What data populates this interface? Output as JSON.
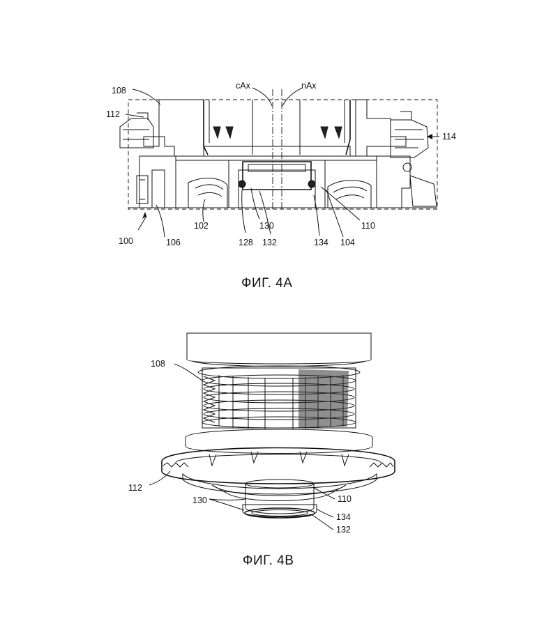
{
  "figure_a": {
    "caption": "ФИГ. 4А",
    "labels": {
      "l108": "108",
      "l112": "112",
      "cAx": "cAx",
      "nAx": "nAx",
      "l114": "114",
      "l100": "100",
      "l106": "106",
      "l102": "102",
      "l128": "128",
      "l130": "130",
      "l132": "132",
      "l134": "134",
      "l104": "104",
      "l110": "110"
    }
  },
  "figure_b": {
    "caption": "ФИГ. 4В",
    "labels": {
      "l108": "108",
      "l112": "112",
      "l130": "130",
      "l110": "110",
      "l134": "134",
      "l132": "132"
    }
  }
}
